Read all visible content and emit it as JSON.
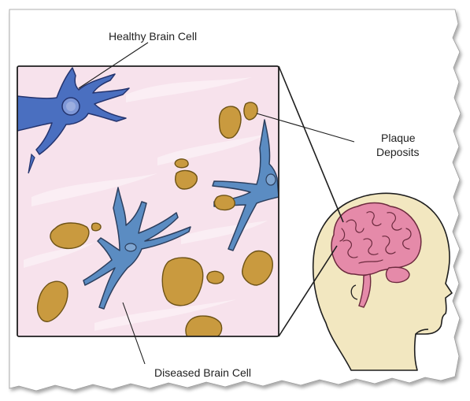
{
  "labels": {
    "healthy_cell": "Healthy Brain Cell",
    "plaque_line1": "Plaque",
    "plaque_line2": "Deposits",
    "diseased_cell": "Diseased Brain Cell"
  },
  "colors": {
    "background": "#ffffff",
    "panel_fill": "#f7e2ec",
    "healthy_cell": "#4a6fc0",
    "diseased_cell": "#5b8cc2",
    "plaque": "#c99a3f",
    "brain": "#e58aa9",
    "head": "#f2e7c0",
    "outline": "#1e1e1e"
  }
}
